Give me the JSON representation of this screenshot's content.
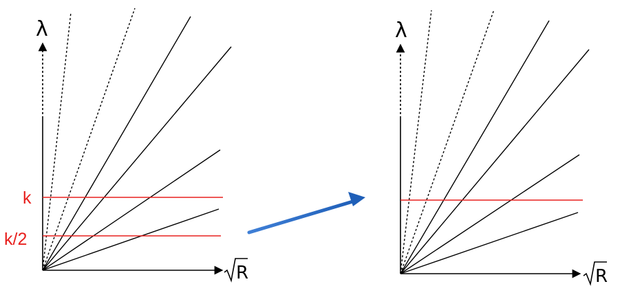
{
  "left_panel": {
    "y_axis_label": "λ",
    "x_axis_label": "R",
    "level_labels": [
      "k",
      "k/2"
    ]
  },
  "right_panel": {
    "y_axis_label": "λ",
    "x_axis_label": "R"
  },
  "colors": {
    "lines": "#000000",
    "levels": "#e8211f",
    "arrow": "#2a6fc9"
  }
}
